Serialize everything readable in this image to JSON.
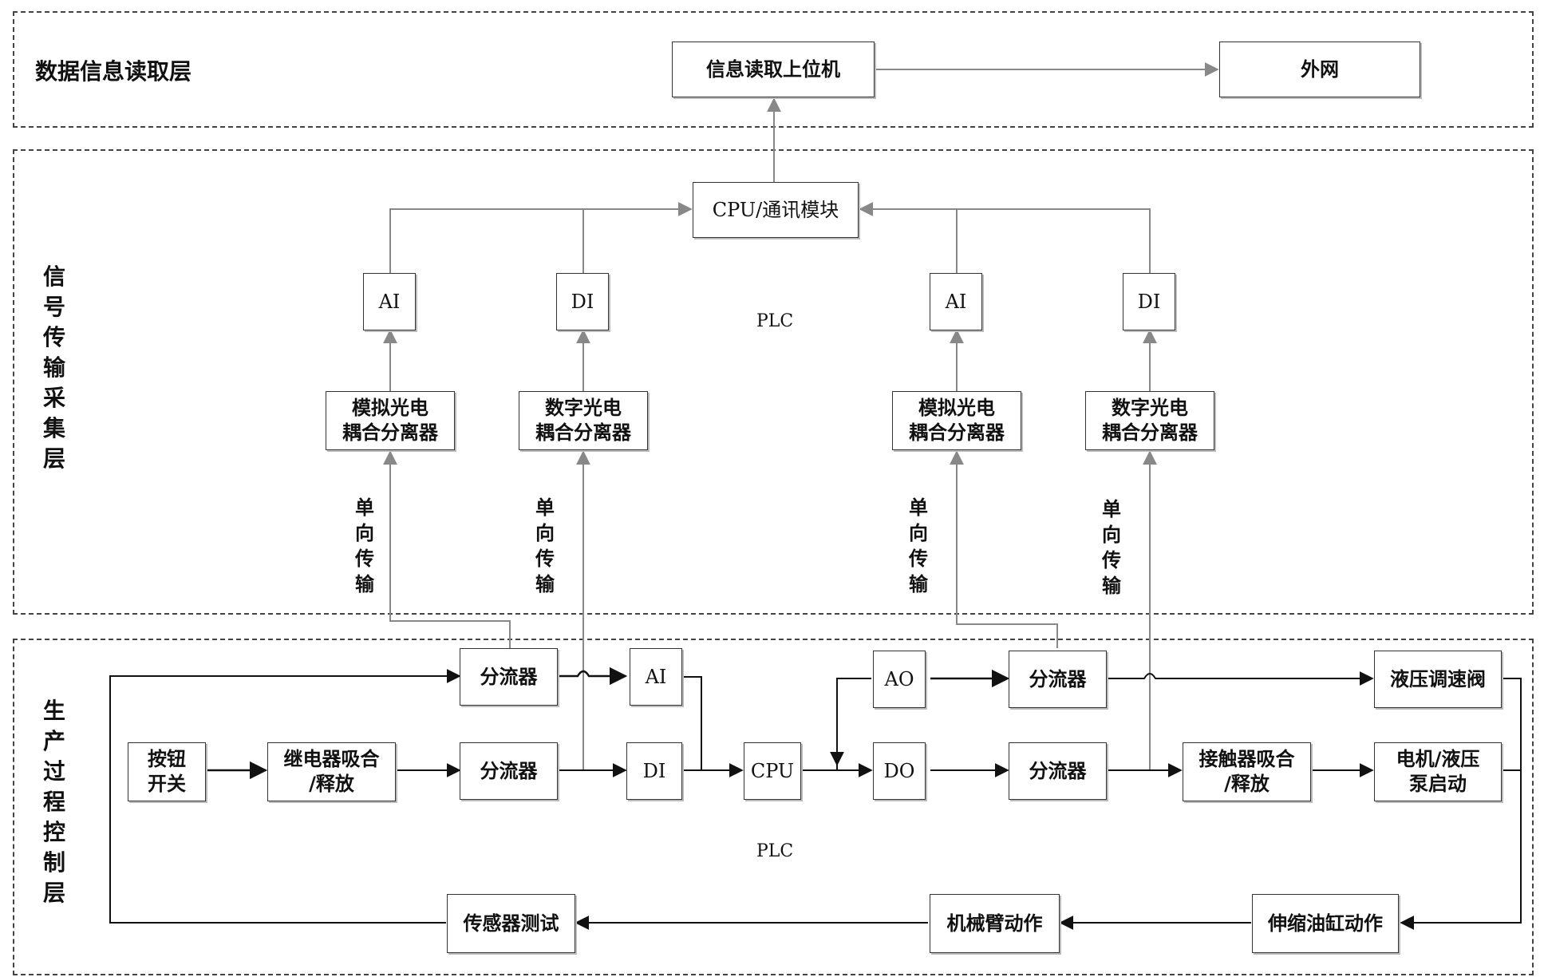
{
  "layers": {
    "data_read": "数据信息读取层",
    "signal": [
      "信",
      "号",
      "传",
      "输",
      "采",
      "集",
      "层"
    ],
    "production": [
      "生",
      "产",
      "过",
      "程",
      "控",
      "制",
      "层"
    ]
  },
  "top": {
    "host": "信息读取上位机",
    "external": "外网"
  },
  "signal_layer": {
    "cpu_comm": "CPU/通讯模块",
    "plc_label": "PLC",
    "ai_left": "AI",
    "di_left": "DI",
    "ai_right": "AI",
    "di_right": "DI",
    "analog_coupler_left": "模拟光电\n耦合分离器",
    "digital_coupler_left": "数字光电\n耦合分离器",
    "analog_coupler_right": "模拟光电\n耦合分离器",
    "digital_coupler_right": "数字光电\n耦合分离器",
    "one_way_1": [
      "单",
      "向",
      "传",
      "输"
    ],
    "one_way_2": [
      "单",
      "向",
      "传",
      "输"
    ],
    "one_way_3": [
      "单",
      "向",
      "传",
      "输"
    ],
    "one_way_4": [
      "单",
      "向",
      "传",
      "输"
    ]
  },
  "production_layer": {
    "plc_label": "PLC",
    "button_switch": "按钮\n开关",
    "relay": "继电器吸合\n/释放",
    "splitter_top_left": "分流器",
    "splitter_mid_left": "分流器",
    "ai": "AI",
    "di": "DI",
    "cpu": "CPU",
    "ao": "AO",
    "do": "DO",
    "splitter_top_right": "分流器",
    "splitter_mid_right": "分流器",
    "hydraulic_valve": "液压调速阀",
    "contactor": "接触器吸合\n/释放",
    "motor_pump": "电机/液压\n泵启动",
    "sensor_test": "传感器测试",
    "arm_action": "机械臂动作",
    "cylinder_action": "伸缩油缸动作"
  }
}
